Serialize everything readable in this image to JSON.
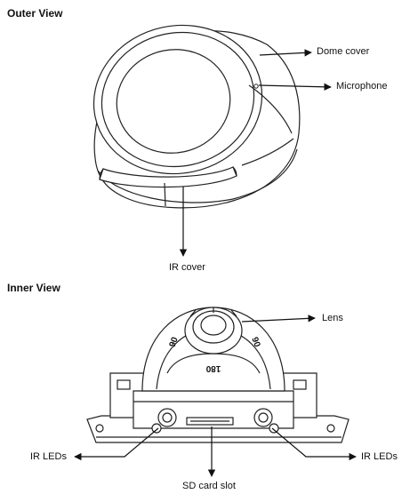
{
  "outer": {
    "heading": "Outer View",
    "labels": {
      "dome_cover": "Dome cover",
      "microphone": "Microphone",
      "ir_cover": "IR cover"
    }
  },
  "inner": {
    "heading": "Inner View",
    "labels": {
      "lens": "Lens",
      "ir_leds_left": "IR LEDs",
      "ir_leds_right": "IR LEDs",
      "sd_card_slot": "SD card slot"
    },
    "markings": {
      "left": "90",
      "right": "90",
      "bottom": "180"
    }
  }
}
